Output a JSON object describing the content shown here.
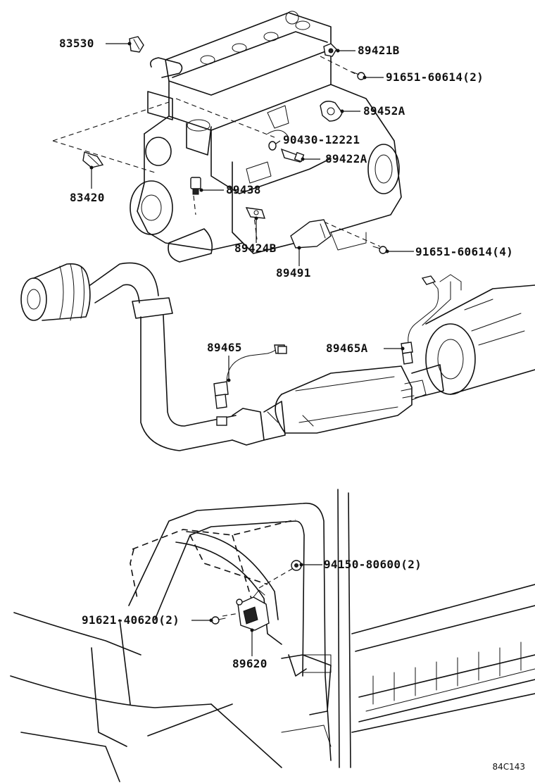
{
  "callouts": {
    "p83530": "83530",
    "p89421b": "89421B",
    "p91651_2": "91651-60614(2)",
    "p89452a": "89452A",
    "p90430": "90430-12221",
    "p89422a": "89422A",
    "p83420": "83420",
    "p89438": "89438",
    "p89424b": "89424B",
    "p91651_4": "91651-60614(4)",
    "p89491": "89491",
    "p89465": "89465",
    "p89465a": "89465A",
    "p94150": "94150-80600(2)",
    "p91621": "91621-40620(2)",
    "p89620": "89620"
  },
  "figure_code": "84C143"
}
